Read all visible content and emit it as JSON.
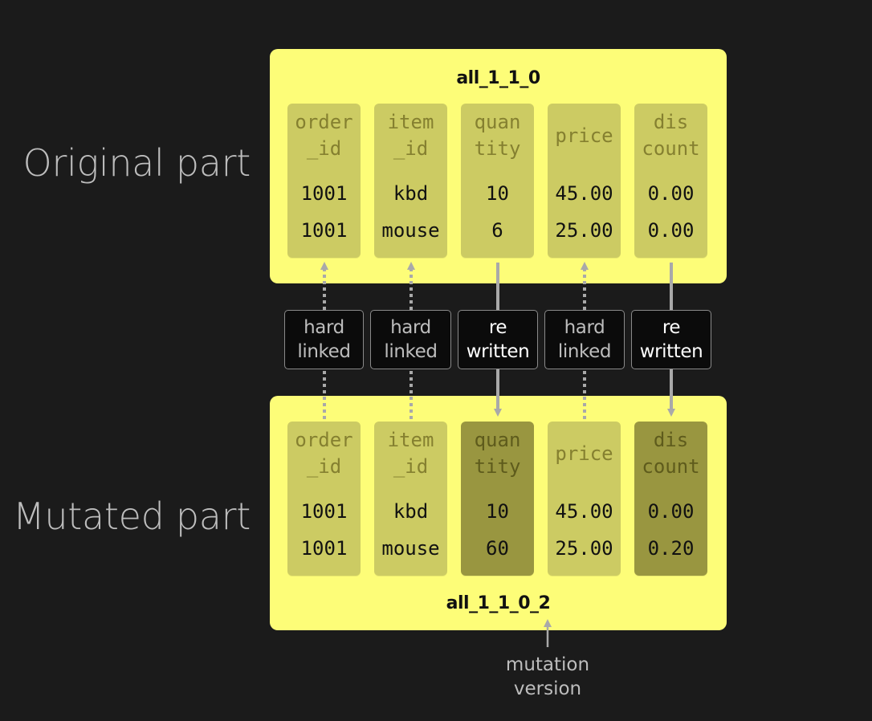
{
  "labels": {
    "original": "Original part",
    "mutated": "Mutated part"
  },
  "parts": {
    "original": {
      "name": "all_1_1_0",
      "columns": [
        {
          "head": [
            "order",
            "_id"
          ],
          "values": [
            "1001",
            "1001"
          ]
        },
        {
          "head": [
            "item",
            "_id"
          ],
          "values": [
            "kbd",
            "mouse"
          ]
        },
        {
          "head": [
            "quan",
            "tity"
          ],
          "values": [
            "10",
            "6"
          ]
        },
        {
          "head": [
            "price"
          ],
          "values": [
            "45.00",
            "25.00"
          ]
        },
        {
          "head": [
            "dis",
            "count"
          ],
          "values": [
            "0.00",
            "0.00"
          ]
        }
      ]
    },
    "mutated": {
      "name": "all_1_1_0_2",
      "columns": [
        {
          "head": [
            "order",
            "_id"
          ],
          "values": [
            "1001",
            "1001"
          ]
        },
        {
          "head": [
            "item",
            "_id"
          ],
          "values": [
            "kbd",
            "mouse"
          ]
        },
        {
          "head": [
            "quan",
            "tity"
          ],
          "values": [
            "10",
            "60"
          ]
        },
        {
          "head": [
            "price"
          ],
          "values": [
            "45.00",
            "25.00"
          ]
        },
        {
          "head": [
            "dis",
            "count"
          ],
          "values": [
            "0.00",
            "0.20"
          ]
        }
      ]
    }
  },
  "links": [
    {
      "kind": "hard",
      "lines": [
        "hard",
        "linked"
      ]
    },
    {
      "kind": "hard",
      "lines": [
        "hard",
        "linked"
      ]
    },
    {
      "kind": "rewritten",
      "lines": [
        "re",
        "written"
      ]
    },
    {
      "kind": "hard",
      "lines": [
        "hard",
        "linked"
      ]
    },
    {
      "kind": "rewritten",
      "lines": [
        "re",
        "written"
      ]
    }
  ],
  "annotation": {
    "lines": [
      "mutation",
      "version"
    ]
  },
  "colors": {
    "background": "#1b1b1b",
    "part": "#fdfd78",
    "column": "#cccb63",
    "column_rewritten": "#999640",
    "arrow": "#a9a9a9"
  }
}
